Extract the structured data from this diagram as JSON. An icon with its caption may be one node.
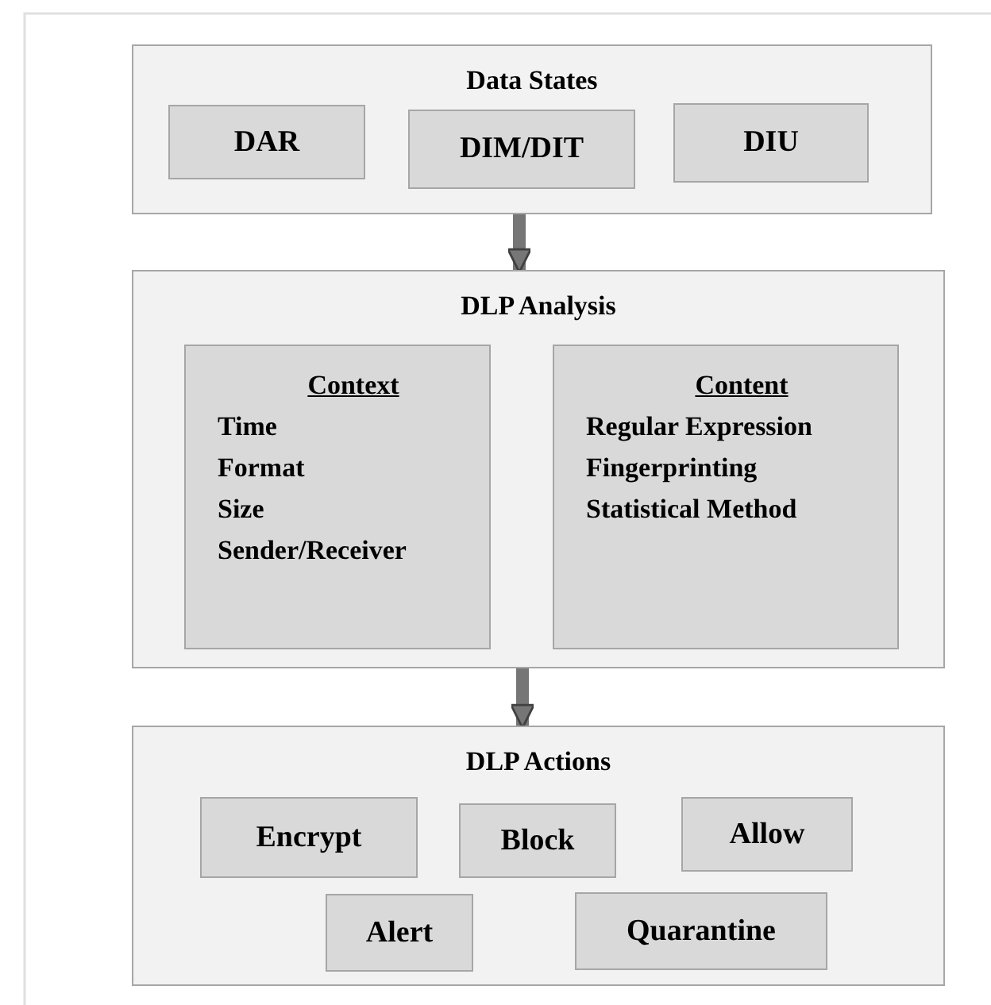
{
  "diagram": {
    "nodes": [
      {
        "text": [
          "Data States"
        ]
      },
      {
        "text": [
          "DAR"
        ],
        "in": 0
      },
      {
        "text": [
          "DIM/DIT"
        ],
        "in": 0
      },
      {
        "text": [
          "DIU"
        ],
        "in": 0
      },
      {
        "text": [
          "DLP Analysis"
        ]
      },
      {
        "text": [
          "Context",
          "Time",
          "Format",
          "Size",
          "Sender/Receiver"
        ],
        "in": 4
      },
      {
        "text": [
          "Content",
          "Regular Expression",
          "Fingerprinting",
          "Statistical Method"
        ],
        "in": 4
      },
      {
        "text": [
          "DLP Actions"
        ]
      },
      {
        "text": [
          "Encrypt"
        ],
        "in": 7
      },
      {
        "text": [
          "Block"
        ],
        "in": 7
      },
      {
        "text": [
          "Allow"
        ],
        "in": 7
      },
      {
        "text": [
          "Alert"
        ],
        "in": 7
      },
      {
        "text": [
          "Quarantine"
        ],
        "in": 7
      }
    ],
    "edges": [
      {
        "from": 0,
        "to": 4,
        "arrow": "to"
      },
      {
        "from": 4,
        "to": 7,
        "arrow": "to"
      }
    ]
  }
}
